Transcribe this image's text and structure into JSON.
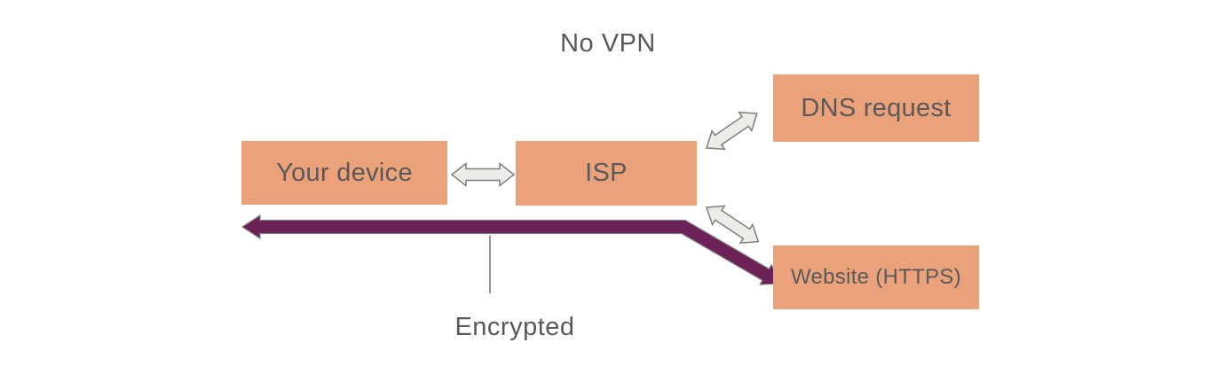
{
  "title": "No VPN",
  "nodes": {
    "device": {
      "label": "Your device"
    },
    "isp": {
      "label": "ISP"
    },
    "dns": {
      "label": "DNS request"
    },
    "website": {
      "label": "Website (HTTPS)"
    }
  },
  "annotations": {
    "encrypted": "Encrypted"
  },
  "connections": [
    {
      "from": "device",
      "to": "isp",
      "type": "two-way"
    },
    {
      "from": "isp",
      "to": "dns",
      "type": "two-way"
    },
    {
      "from": "isp",
      "to": "website",
      "type": "two-way"
    },
    {
      "from": "website",
      "to": "device",
      "type": "encrypted-path",
      "label": "Encrypted"
    }
  ],
  "colors": {
    "background": "#FFFFFF",
    "node_fill": "#EBA27A",
    "text_color": "#595959",
    "encrypted_arrow_color": "#6C2157",
    "connector_fill": "#EDECE9",
    "connector_stroke": "#7F7F7F"
  }
}
